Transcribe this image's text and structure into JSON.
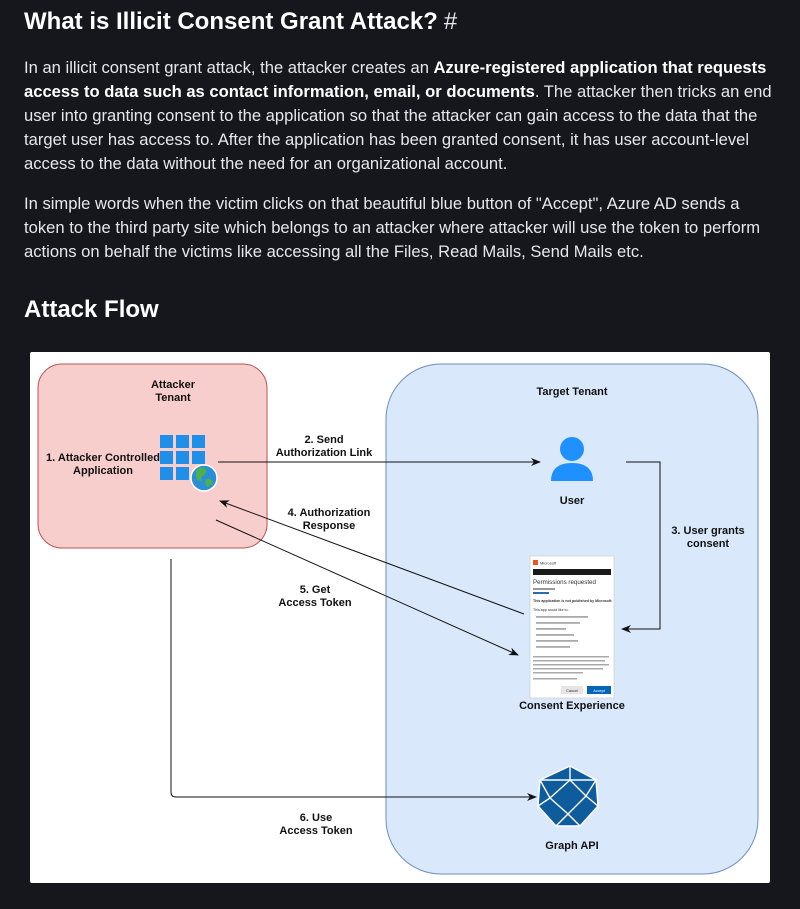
{
  "heading": {
    "title": "What is Illicit Consent Grant Attack?",
    "anchor": "#"
  },
  "paragraph1": {
    "text_a": "In an illicit consent grant attack, the attacker creates an ",
    "bold": "Azure-registered application that requests access to data such as contact information, email, or documents",
    "text_b": ". The attacker then tricks an end user into granting consent to the application so that the attacker can gain access to the data that the target user has access to. After the application has been granted consent, it has user account-level access to the data without the need for an organizational account."
  },
  "paragraph2": {
    "text": "In simple words when the victim clicks on that beautiful blue button of \"Accept\", Azure AD sends a token to the third party site which belongs to an attacker where attacker will use the token to perform actions on behalf the victims like accessing all the Files, Read Mails, Send Mails etc."
  },
  "section2": {
    "title": "Attack Flow"
  },
  "diagram": {
    "attacker_tenant": [
      "Attacker",
      "Tenant"
    ],
    "target_tenant": "Target Tenant",
    "app_label": [
      "1. Attacker Controlled",
      "Application"
    ],
    "user_label": "User",
    "step2": [
      "2. Send",
      "Authorization Link"
    ],
    "step3": [
      "3. User grants",
      "consent"
    ],
    "step4": [
      "4. Authorization",
      "Response"
    ],
    "step5": [
      "5. Get",
      "Access Token"
    ],
    "step6": [
      "6. Use",
      "Access Token"
    ],
    "consent_label": "Consent Experience",
    "graph_label": "Graph API",
    "colors": {
      "attacker_fill": "#f8cecc",
      "attacker_stroke": "#b85450",
      "target_fill": "#dae8fc",
      "target_stroke": "#6c8ebf",
      "user_icon": "#1e90ff",
      "graph_icon": "#0f5c9c"
    },
    "consent_card": {
      "brand": "Microsoft",
      "title": "Permissions requested",
      "publisher_note": "This application is not published by Microsoft.",
      "would_like": "This app would like to:",
      "cancel": "Cancel",
      "accept": "Accept"
    }
  }
}
